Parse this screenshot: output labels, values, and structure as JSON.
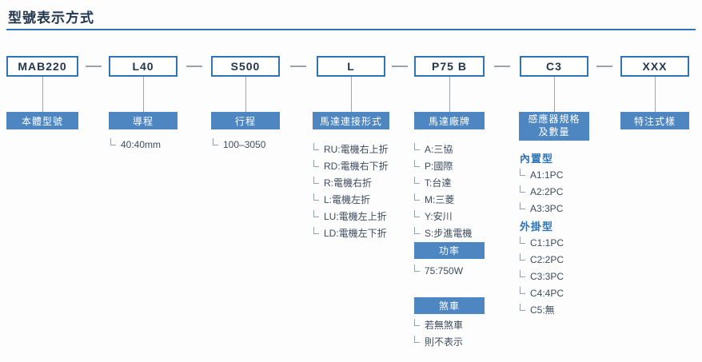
{
  "title": "型號表示方式",
  "colors": {
    "accent": "#2e75b6",
    "label_bg": "#4e86c2",
    "label_text": "#ffffff",
    "code_text": "#24364e",
    "item_text": "#3d4c5e",
    "connector": "#9aa7b4"
  },
  "columns": [
    {
      "code": "MAB220",
      "label": "本體型號"
    },
    {
      "code": "L40",
      "label": "導程",
      "items": [
        "40:40mm"
      ]
    },
    {
      "code": "S500",
      "label": "行程",
      "items": [
        "100–3050"
      ]
    },
    {
      "code": "L",
      "label": "馬達連接形式",
      "items": [
        "RU:電機右上折",
        "RD:電機右下折",
        "R:電機右折",
        "L:電機左折",
        "LU:電機左上折",
        "LD:電機左下折"
      ]
    },
    {
      "code": "P75 B",
      "label": "馬達廠牌",
      "items": [
        "A:三協",
        "P:國際",
        "T:台達",
        "M:三菱",
        "Y:安川",
        "S:步進電機"
      ],
      "power": {
        "label": "功率",
        "items": [
          "75:750W"
        ]
      },
      "brake": {
        "label": "煞車",
        "items": [
          "若無煞車",
          "則不表示"
        ]
      }
    },
    {
      "code": "C3",
      "label_line1": "感應器規格",
      "label_line2": "及數量",
      "groups": [
        {
          "heading": "內置型",
          "items": [
            "A1:1PC",
            "A2:2PC",
            "A3:3PC"
          ]
        },
        {
          "heading": "外掛型",
          "items": [
            "C1:1PC",
            "C2:2PC",
            "C3:3PC",
            "C4:4PC",
            "C5:無"
          ]
        }
      ]
    },
    {
      "code": "XXX",
      "label": "特注式樣"
    }
  ]
}
